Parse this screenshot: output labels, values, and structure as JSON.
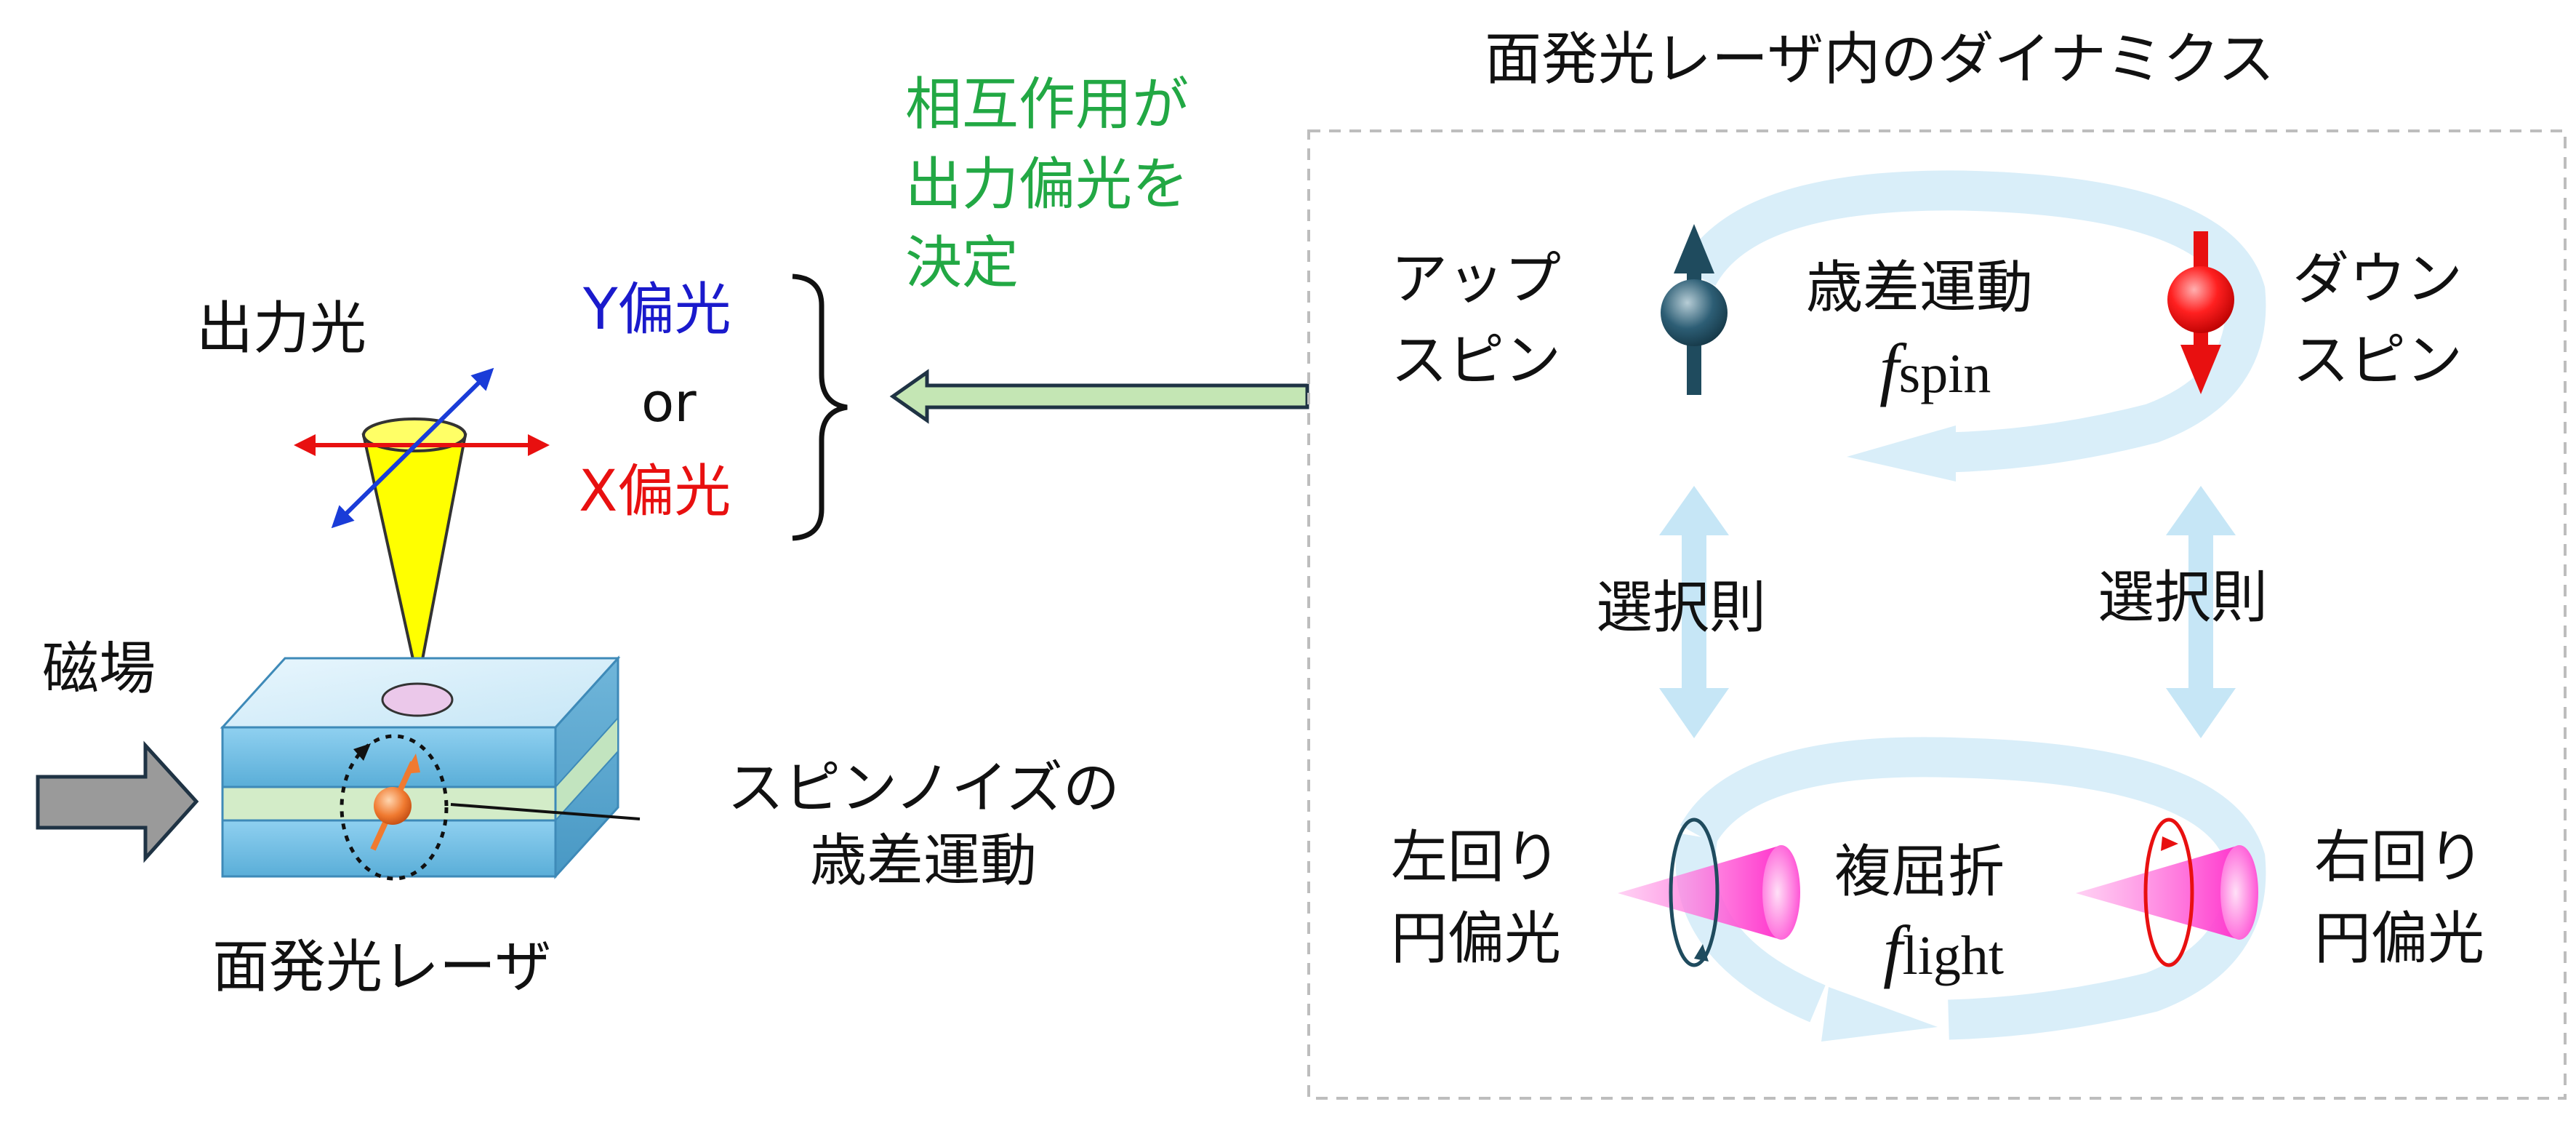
{
  "left_panel": {
    "output_light_label": "出力光",
    "y_polarization_label": "Y偏光",
    "or_label": "or",
    "x_polarization_label": "X偏光",
    "magnetic_field_label": "磁場",
    "spin_noise_label_line1": "スピンノイズの",
    "spin_noise_label_line2": "歳差運動",
    "device_label": "面発光レーザ"
  },
  "interaction_note": {
    "line1": "相互作用が",
    "line2": "出力偏光を",
    "line3": "決定"
  },
  "dynamics_panel": {
    "title": "面発光レーザ内のダイナミクス",
    "spin_up_line1": "アップ",
    "spin_up_line2": "スピン",
    "spin_down_line1": "ダウン",
    "spin_down_line2": "スピン",
    "precession_label": "歳差運動",
    "f_symbol": "f",
    "spin_subscript": "spin",
    "selection_rule_left": "選択則",
    "selection_rule_right": "選択則",
    "left_circular_line1": "左回り",
    "left_circular_line2": "円偏光",
    "right_circular_line1": "右回り",
    "right_circular_line2": "円偏光",
    "birefringence_label": "複屈折",
    "light_subscript": "light"
  },
  "colors": {
    "y_polarization": "#1a1acc",
    "x_polarization": "#e81010",
    "interaction_note": "#22a844",
    "spin_up": "#1f4b5e",
    "spin_down": "#e81010",
    "cycle_arrow": "#d9eef9",
    "selection_arrow": "#c6e6f6",
    "beam": "#ffff00",
    "laser_cone": "#ff33cc",
    "device_layer": "#6bb7e0",
    "active_layer": "#d3ecc8",
    "field_arrow": "#9a9a9a"
  }
}
